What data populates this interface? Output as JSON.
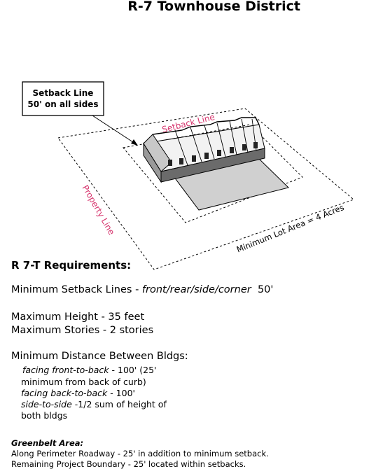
{
  "title": "R-7 Townhouse District",
  "diagram": {
    "callout_line1": "Setback Line",
    "callout_line2": "50' on all sides",
    "setback_label": "Setback Line",
    "property_label": "Property Line",
    "lot_area_label": "Minimum Lot Area = 4 Acres",
    "accent_color": "#d6336c"
  },
  "requirements": {
    "heading": "R 7-T Requirements:",
    "setback_prefix": "Minimum Setback Lines - ",
    "setback_italic": "front/rear/side/corner",
    "setback_value": "50'",
    "max_height": "Maximum Height - 35 feet",
    "max_stories": "Maximum Stories - 2 stories",
    "distance_heading": "Minimum Distance Between Bldgs:",
    "d1_italic": "facing front-to-back",
    "d1_rest": " - 100' (25'",
    "d1_line2": "minimum from back of curb)",
    "d2_italic": "facing back-to-back",
    "d2_rest": " - 100'",
    "d3_italic": "side-to-side",
    "d3_rest": " -1/2 sum of height of",
    "d3_line2": "both bldgs"
  },
  "greenbelt": {
    "heading": "Greenbelt Area:",
    "line1": "Along Perimeter Roadway - 25' in addition to minimum setback.",
    "line2": "Remaining Project Boundary - 25' located within setbacks."
  }
}
